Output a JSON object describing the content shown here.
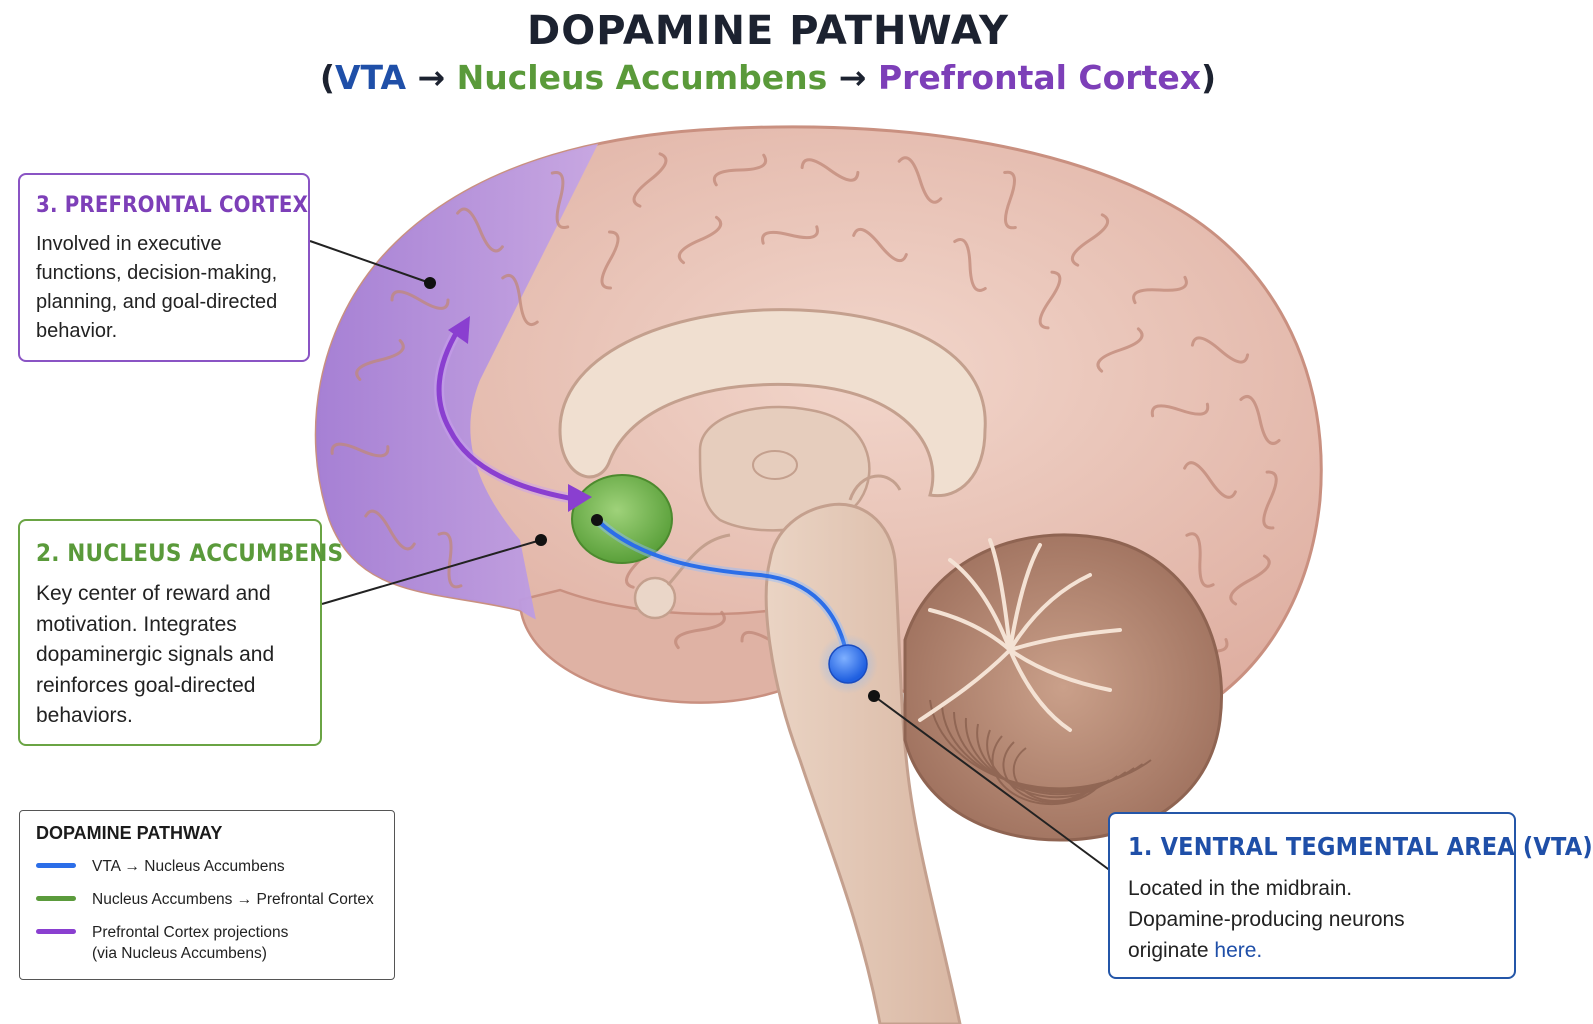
{
  "title": "DOPAMINE PATHWAY",
  "subtitle": {
    "open": "(",
    "vta": "VTA",
    "arrow1": " → ",
    "nac": "Nucleus Accumbens",
    "arrow2": " → ",
    "pfc": "Prefrontal Cortex",
    "close": ")"
  },
  "colors": {
    "vta_blue": "#1f4fa8",
    "pathway_blue": "#2c6ee8",
    "nac_green": "#6aa444",
    "pfc_purple": "#8a54c4",
    "brain_pink": "#e9c2b6",
    "cerebellum_brown": "#b98a74"
  },
  "callouts": {
    "pfc": {
      "heading": "3. PREFRONTAL CORTEX",
      "lines": [
        "Involved in executive",
        "functions, decision-making,",
        "planning, and goal-directed",
        "behavior."
      ]
    },
    "nac": {
      "heading": "2. NUCLEUS ACCUMBENS",
      "lines": [
        "Key center of reward and",
        "motivation. Integrates",
        "dopaminergic signals and",
        "reinforces goal-directed",
        "behaviors."
      ]
    },
    "vta": {
      "heading": "1.  VENTRAL TEGMENTAL AREA (VTA)",
      "lines": [
        "Located in the midbrain.",
        "Dopamine-producing neurons"
      ],
      "line3_a": "originate ",
      "line3_b": "here."
    }
  },
  "legend": {
    "title": "DOPAMINE PATHWAY",
    "items": [
      {
        "color": "#2c6ee8",
        "label": "VTA → Nucleus Accumbens",
        "label2": ""
      },
      {
        "color": "#5b9b3c",
        "label": "Nucleus Accumbens → Prefrontal Cortex",
        "label2": ""
      },
      {
        "color": "#8a3fd0",
        "label": "Prefrontal Cortex projections",
        "label2": "(via Nucleus Accumbens)"
      }
    ]
  }
}
